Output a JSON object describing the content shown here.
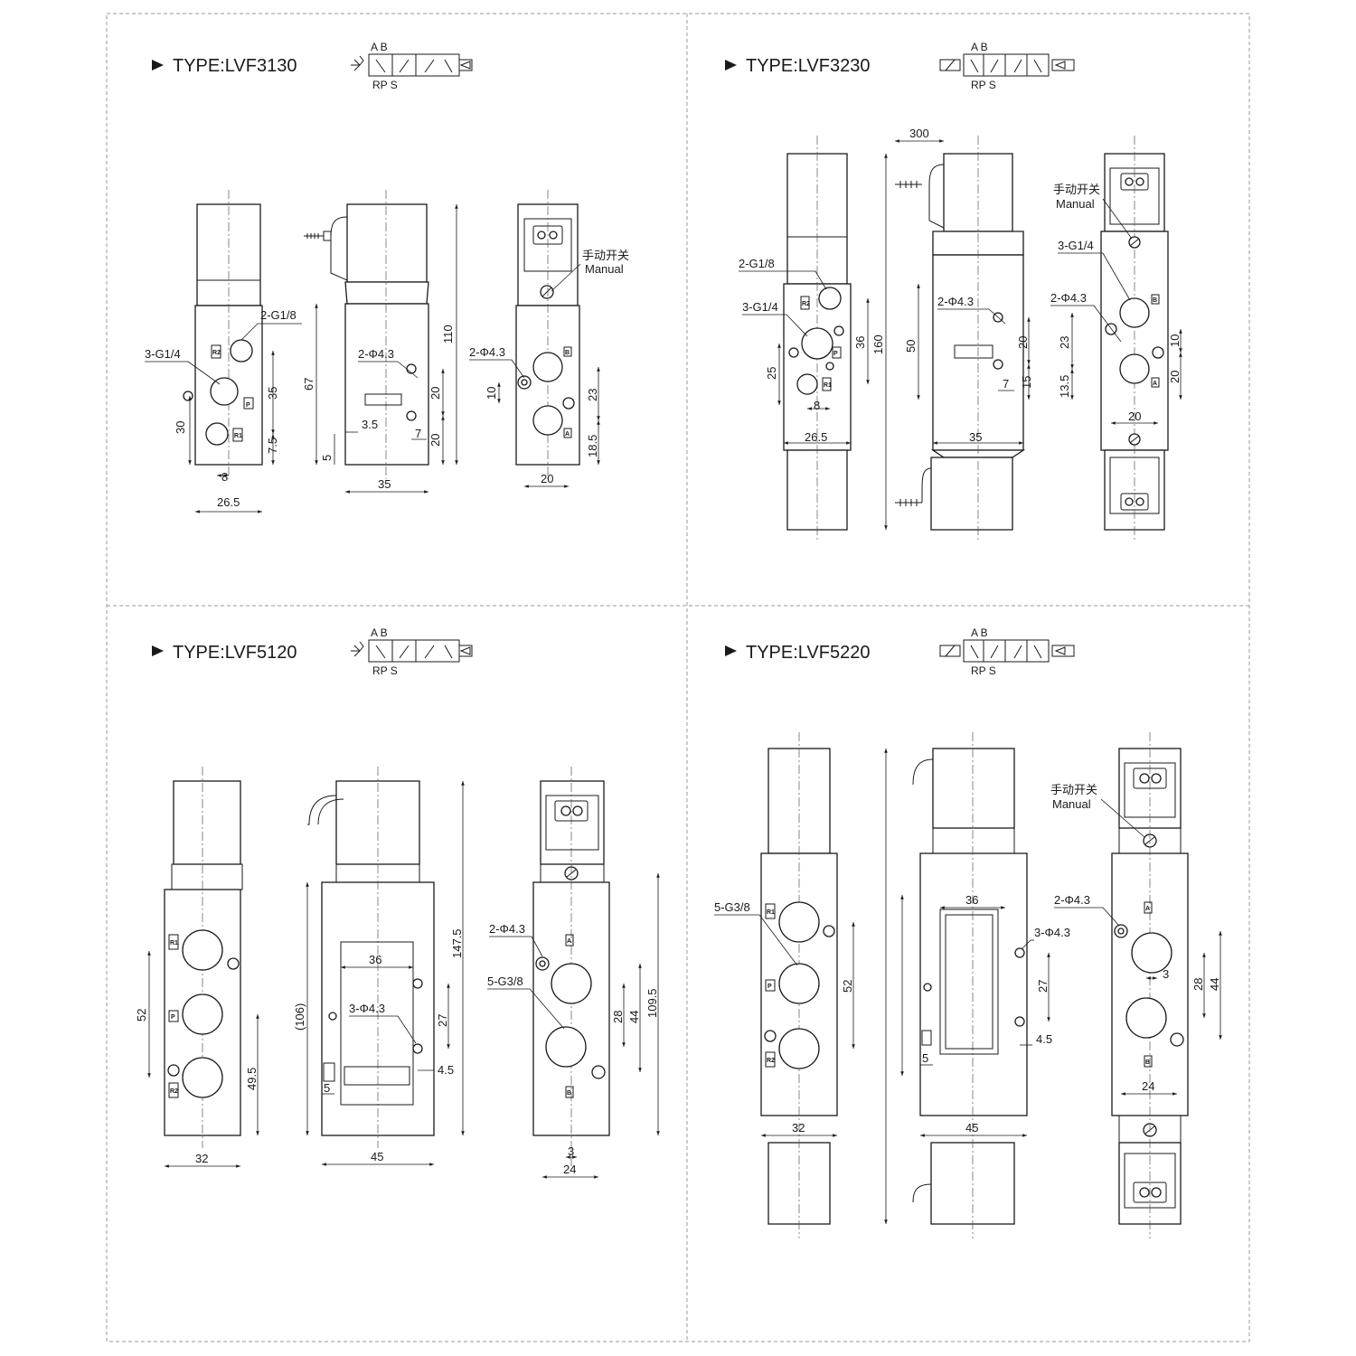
{
  "panels": [
    {
      "title": "TYPE:LVF3130",
      "symbol": {
        "top": "A  B",
        "bottom": "RP S"
      },
      "views": {
        "front": {
          "ports": [
            "R2",
            "P",
            "R1"
          ],
          "labels": [
            "2-G1/8",
            "3-G1/4"
          ],
          "dims": [
            "35",
            "30",
            "7.5",
            "8",
            "26.5"
          ]
        },
        "side": {
          "labels": [
            "2-Φ4.3"
          ],
          "dims": [
            "110",
            "67",
            "20",
            "20",
            "3.5",
            "7",
            "5",
            "35"
          ]
        },
        "back": {
          "ports": [
            "B",
            "A"
          ],
          "labels": [
            "手动开关",
            "Manual",
            "2-Φ4.3"
          ],
          "dims": [
            "10",
            "23",
            "18.5",
            "20"
          ]
        }
      }
    },
    {
      "title": "TYPE:LVF3230",
      "symbol": {
        "top": "A  B",
        "bottom": "RP S"
      },
      "views": {
        "front": {
          "ports": [
            "R2",
            "P",
            "R1"
          ],
          "labels": [
            "2-G1/8",
            "3-G1/4"
          ],
          "dims": [
            "36",
            "25",
            "8",
            "26.5"
          ]
        },
        "side": {
          "labels": [
            "2-Φ4.3"
          ],
          "dims": [
            "300",
            "160",
            "50",
            "20",
            "15",
            "7",
            "35"
          ]
        },
        "back": {
          "ports": [
            "B",
            "A"
          ],
          "labels": [
            "手动开关",
            "Manual",
            "3-G1/4",
            "2-Φ4.3"
          ],
          "dims": [
            "23",
            "13.5",
            "10",
            "20",
            "20"
          ]
        }
      }
    },
    {
      "title": "TYPE:LVF5120",
      "symbol": {
        "top": "A  B",
        "bottom": "RP S"
      },
      "views": {
        "front": {
          "ports": [
            "R1",
            "P",
            "R2"
          ],
          "dims": [
            "52",
            "49.5",
            "32"
          ]
        },
        "side": {
          "labels": [
            "3-Φ4.3"
          ],
          "dims": [
            "(106)",
            "147.5",
            "36",
            "27",
            "4.5",
            "5",
            "45"
          ]
        },
        "back": {
          "ports": [
            "A",
            "B"
          ],
          "labels": [
            "2-Φ4.3",
            "5-G3/8"
          ],
          "dims": [
            "109.5",
            "28",
            "44",
            "3",
            "24"
          ]
        }
      }
    },
    {
      "title": "TYPE:LVF5220",
      "symbol": {
        "top": "A  B",
        "bottom": "RP S"
      },
      "views": {
        "front": {
          "ports": [
            "R1",
            "P",
            "R2"
          ],
          "labels": [
            "5-G3/8"
          ],
          "dims": [
            "52",
            "32"
          ]
        },
        "side": {
          "labels": [
            "3-Φ4.3"
          ],
          "dims": [
            "36",
            "27",
            "4.5",
            "5",
            "45"
          ]
        },
        "back": {
          "ports": [
            "A",
            "B"
          ],
          "labels": [
            "手动开关",
            "Manual",
            "2-Φ4.3"
          ],
          "dims": [
            "3",
            "28",
            "44",
            "24"
          ]
        }
      }
    }
  ]
}
